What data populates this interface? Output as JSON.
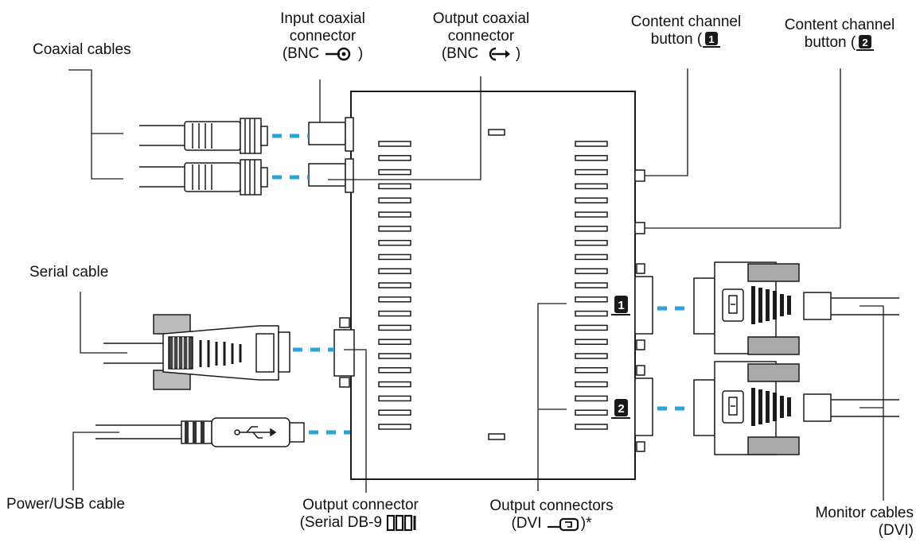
{
  "labels": {
    "coaxial_cables": "Coaxial cables",
    "input_coaxial_l1": "Input coaxial",
    "input_coaxial_l2": "connector",
    "input_coaxial_l3a": "(BNC",
    "input_coaxial_l3b": ")",
    "output_coaxial_l1": "Output coaxial",
    "output_coaxial_l2": "connector",
    "output_coaxial_l3a": "(BNC",
    "output_coaxial_l3b": ")",
    "content_btn1_l1": "Content channel",
    "content_btn1_l2": "button (",
    "content_btn1_num": "1",
    "content_btn2_l1": "Content channel",
    "content_btn2_l2": "button (",
    "content_btn2_num": "2",
    "serial_cable": "Serial cable",
    "power_usb_cable": "Power/USB cable",
    "output_connector_l1": "Output connector",
    "output_connector_l2": "(Serial DB-9",
    "output_connectors_l1": "Output connectors",
    "output_connectors_l2a": "(DVI",
    "output_connectors_l2b": ")*",
    "monitor_cables_l1": "Monitor cables",
    "monitor_cables_l2": "(DVI)",
    "port_badge_1": "1",
    "port_badge_2": "2"
  },
  "colors": {
    "line": "#1a1a1a",
    "dash_accent": "#2aa5d8",
    "badge_fill": "#1a1a1a",
    "badge_text": "#ffffff"
  },
  "icons": [
    "bnc-input-icon",
    "bnc-output-icon",
    "serial-db9-icon",
    "dvi-icon",
    "usb-icon"
  ]
}
